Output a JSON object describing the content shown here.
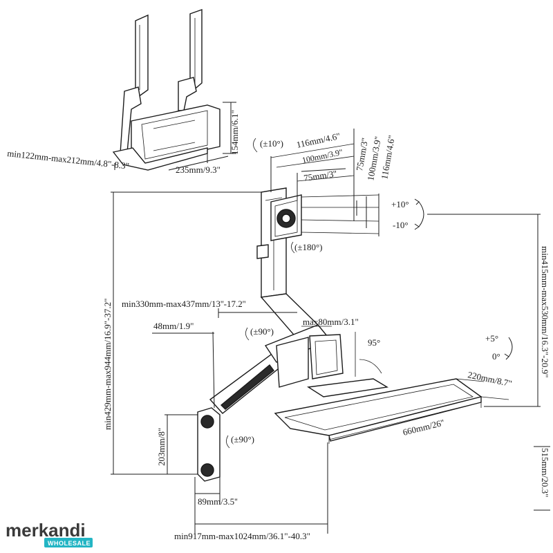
{
  "holder": {
    "height": "154mm/6.1\"",
    "width": "235mm/9.3\"",
    "depth": "min122mm-max212mm/4.8\"-8.3\""
  },
  "vesa": {
    "tilt": "(±10°)",
    "w116": "116mm/4.6\"",
    "w100": "100mm/3.9\"",
    "w75": "75mm/3''",
    "h116": "116mm/4.6\"",
    "h100": "100mm/3.9\"",
    "h75": "75mm/3\"",
    "rotate": "(±180°)"
  },
  "tilt_right": {
    "up": "+10°",
    "down": "-10°"
  },
  "heights": {
    "left": "min429mm-max944mm/16.9\"-37.2\"",
    "right": "min415mm-max530mm/16.3\"-20.9\"",
    "far_right": "515mm/20.3\""
  },
  "arm": {
    "reach": "min330mm-max437mm/13''-17.2''",
    "offset": "48mm/1.9\"",
    "swivel_top": "(±90°)",
    "max80": "max80mm/3.1\"",
    "angle95": "95°",
    "swivel_bottom": "(±90°)"
  },
  "keyboard": {
    "tilt_up": "+5°",
    "tilt_zero": "0°",
    "depth": "220mm/8.7\"",
    "width": "660mm/26\""
  },
  "wall": {
    "height203": "203mm/8\"",
    "depth89": "89mm/3.5''",
    "total_reach": "min917mm-max1024mm/36.1\"-40.3\""
  },
  "logo": {
    "name": "merkandi",
    "badge": "WHOLESALE",
    "brand_color": "#23b5c4"
  }
}
